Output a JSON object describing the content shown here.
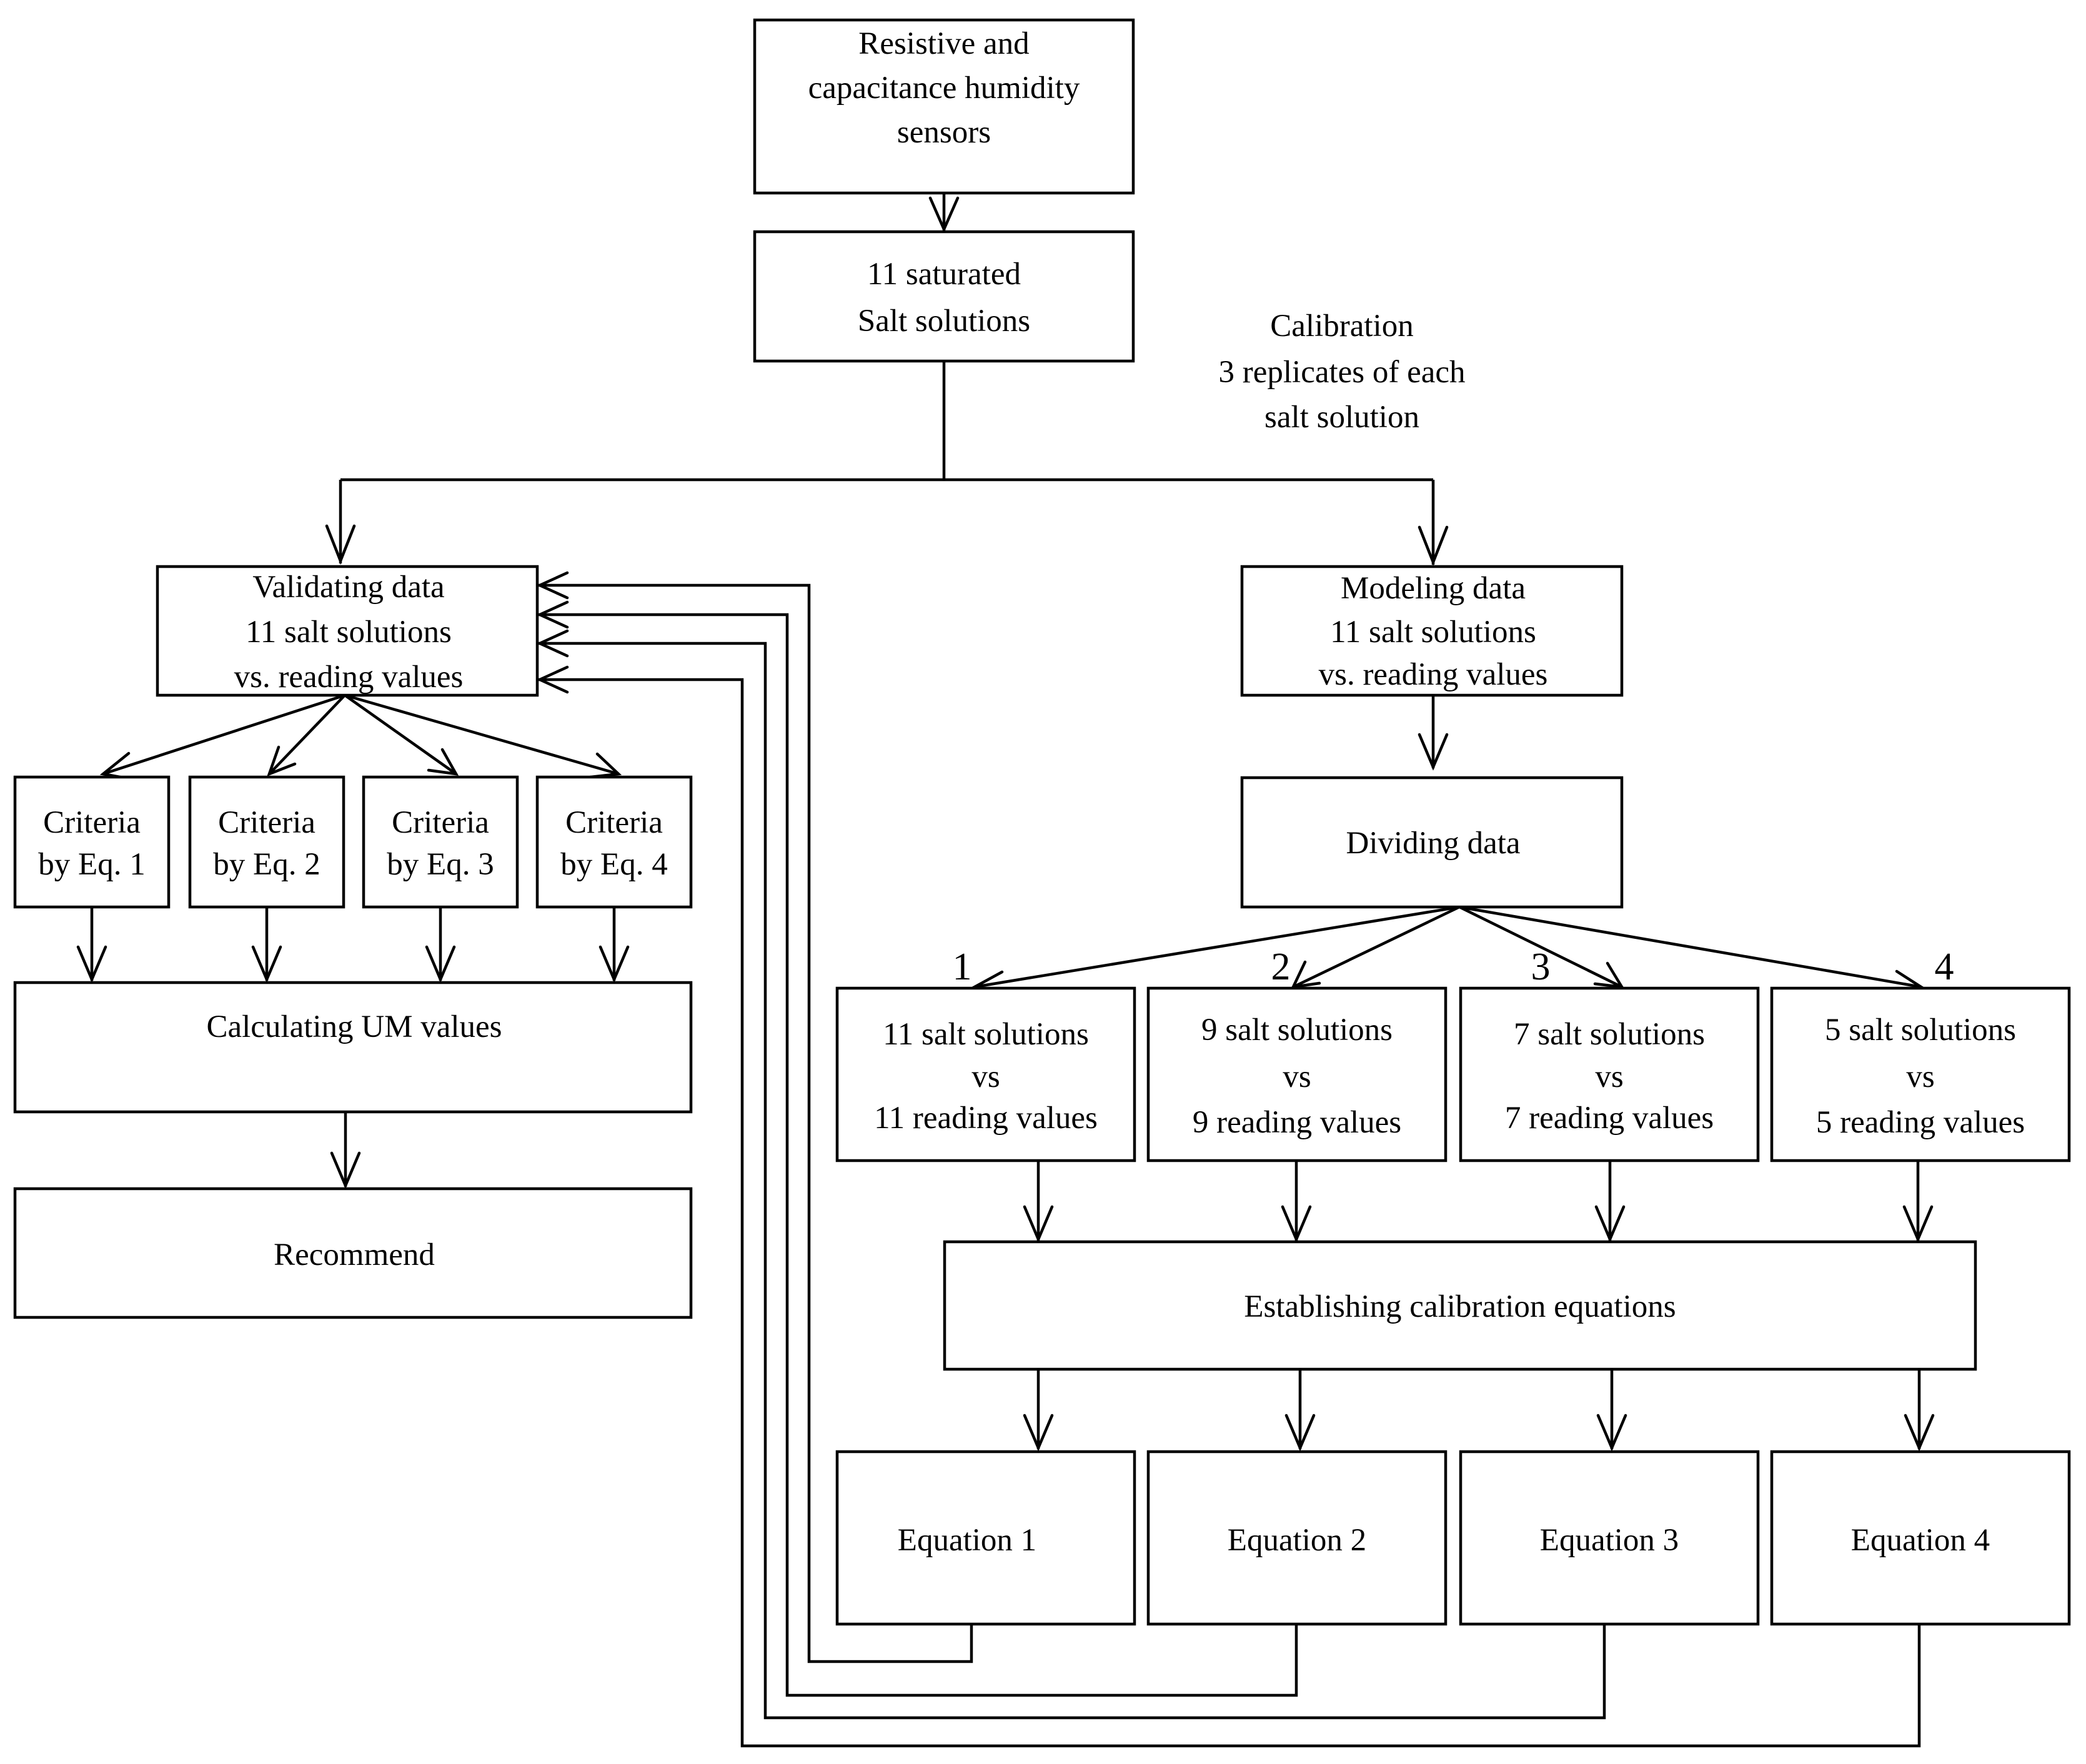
{
  "diagram": {
    "nodes": [
      {
        "id": "sensors",
        "lines": [
          "Resistive and",
          "capacitance humidity",
          "sensors"
        ]
      },
      {
        "id": "salt11",
        "lines": [
          "11 saturated",
          "Salt solutions"
        ]
      },
      {
        "id": "validating",
        "lines": [
          "Validating data",
          "11 salt solutions",
          "vs. reading values"
        ]
      },
      {
        "id": "modeling",
        "lines": [
          "Modeling data",
          "11 salt solutions",
          "vs. reading values"
        ]
      },
      {
        "id": "crit1",
        "lines": [
          "Criteria",
          "by Eq. 1"
        ]
      },
      {
        "id": "crit2",
        "lines": [
          "Criteria",
          "by Eq. 2"
        ]
      },
      {
        "id": "crit3",
        "lines": [
          "Criteria",
          "by Eq. 3"
        ]
      },
      {
        "id": "crit4",
        "lines": [
          "Criteria",
          "by Eq. 4"
        ]
      },
      {
        "id": "um",
        "lines": [
          "Calculating UM values"
        ]
      },
      {
        "id": "recommend",
        "lines": [
          "Recommend"
        ]
      },
      {
        "id": "dividing",
        "lines": [
          "Dividing data"
        ]
      },
      {
        "id": "set1",
        "lines": [
          "11 salt solutions",
          "vs",
          "11 reading values"
        ]
      },
      {
        "id": "set2",
        "lines": [
          "9 salt solutions",
          "vs",
          "9 reading values"
        ]
      },
      {
        "id": "set3",
        "lines": [
          "7 salt solutions",
          "vs",
          "7 reading values"
        ]
      },
      {
        "id": "set4",
        "lines": [
          "5 salt solutions",
          "vs",
          "5 reading values"
        ]
      },
      {
        "id": "establishing",
        "lines": [
          "Establishing calibration equations"
        ]
      },
      {
        "id": "eq1",
        "lines": [
          "Equation 1"
        ]
      },
      {
        "id": "eq2",
        "lines": [
          "Equation 2"
        ]
      },
      {
        "id": "eq3",
        "lines": [
          "Equation 3"
        ]
      },
      {
        "id": "eq4",
        "lines": [
          "Equation 4"
        ]
      }
    ],
    "annotations": [
      {
        "id": "calibration-note",
        "lines": [
          "Calibration",
          "3 replicates of  each",
          "salt solution"
        ]
      },
      {
        "id": "branch-1",
        "lines": [
          "1"
        ]
      },
      {
        "id": "branch-2",
        "lines": [
          "2"
        ]
      },
      {
        "id": "branch-3",
        "lines": [
          "3"
        ]
      },
      {
        "id": "branch-4",
        "lines": [
          "4"
        ]
      }
    ],
    "edges": [
      {
        "from": "sensors",
        "to": "salt11"
      },
      {
        "from": "salt11",
        "to": "validating"
      },
      {
        "from": "salt11",
        "to": "modeling"
      },
      {
        "from": "validating",
        "to": "crit1"
      },
      {
        "from": "validating",
        "to": "crit2"
      },
      {
        "from": "validating",
        "to": "crit3"
      },
      {
        "from": "validating",
        "to": "crit4"
      },
      {
        "from": "crit1",
        "to": "um"
      },
      {
        "from": "crit2",
        "to": "um"
      },
      {
        "from": "crit3",
        "to": "um"
      },
      {
        "from": "crit4",
        "to": "um"
      },
      {
        "from": "um",
        "to": "recommend"
      },
      {
        "from": "modeling",
        "to": "dividing"
      },
      {
        "from": "dividing",
        "to": "set1"
      },
      {
        "from": "dividing",
        "to": "set2"
      },
      {
        "from": "dividing",
        "to": "set3"
      },
      {
        "from": "dividing",
        "to": "set4"
      },
      {
        "from": "set1",
        "to": "establishing"
      },
      {
        "from": "set2",
        "to": "establishing"
      },
      {
        "from": "set3",
        "to": "establishing"
      },
      {
        "from": "set4",
        "to": "establishing"
      },
      {
        "from": "establishing",
        "to": "eq1"
      },
      {
        "from": "establishing",
        "to": "eq2"
      },
      {
        "from": "establishing",
        "to": "eq3"
      },
      {
        "from": "establishing",
        "to": "eq4"
      },
      {
        "from": "eq1",
        "to": "validating"
      },
      {
        "from": "eq2",
        "to": "validating"
      },
      {
        "from": "eq3",
        "to": "validating"
      },
      {
        "from": "eq4",
        "to": "validating"
      }
    ]
  }
}
